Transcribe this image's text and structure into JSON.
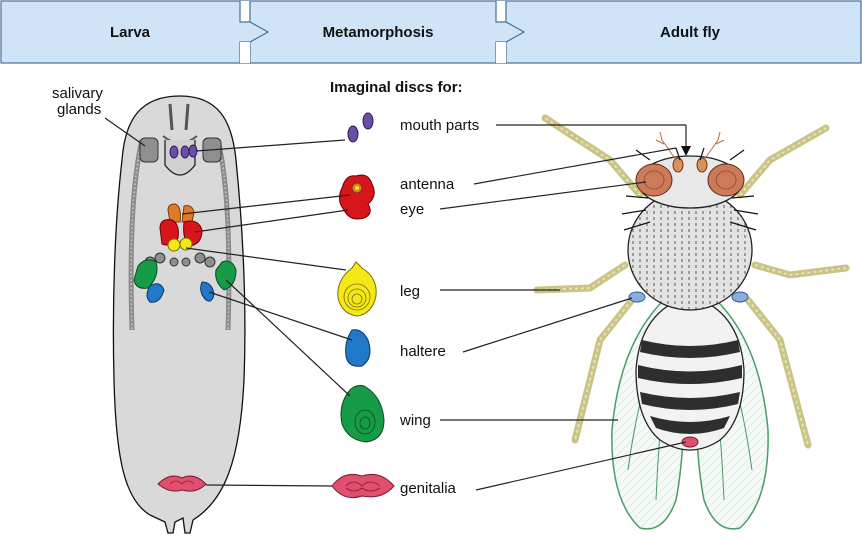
{
  "header": {
    "stages": [
      "Larva",
      "Metamorphosis",
      "Adult fly"
    ],
    "colors": {
      "band": "#cfe4f7",
      "band_border": "#4a6f96"
    }
  },
  "larva": {
    "salivary_label": "salivary glands",
    "salivary_line1": "salivary",
    "salivary_line2": "glands"
  },
  "discs": {
    "title": "Imaginal discs for:",
    "items": [
      {
        "label": "mouth parts",
        "color": "#6a4fa3"
      },
      {
        "label": "antenna",
        "color": "#e07a2a"
      },
      {
        "label": "eye",
        "color": "#d8141c"
      },
      {
        "label": "leg",
        "color": "#f4e817"
      },
      {
        "label": "haltere",
        "color": "#1f78c8"
      },
      {
        "label": "wing",
        "color": "#169b47"
      },
      {
        "label": "genitalia",
        "color": "#e0506e"
      }
    ]
  }
}
